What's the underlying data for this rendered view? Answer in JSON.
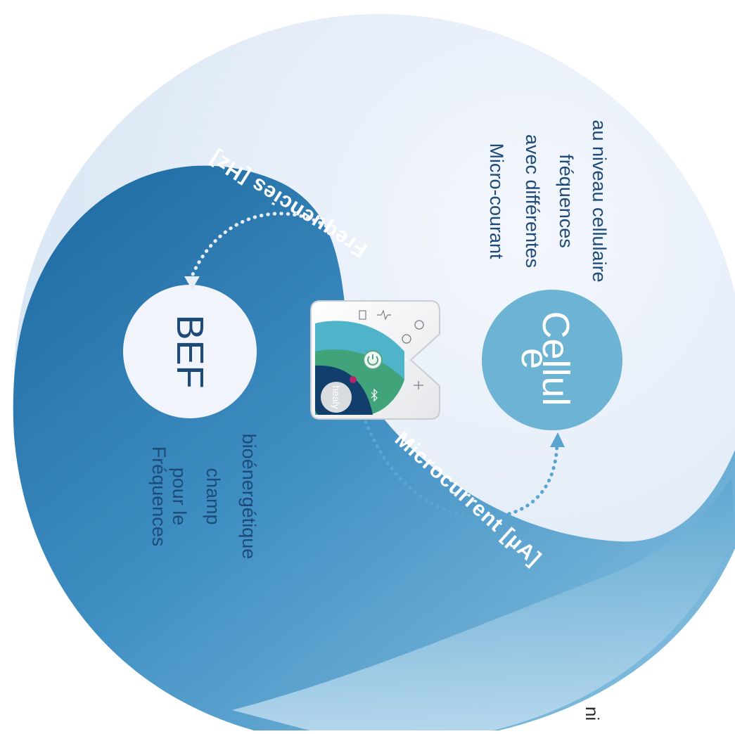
{
  "diagram": {
    "left_node": {
      "label": "BEF",
      "caption": [
        "Fréquences",
        "pour le",
        "champ",
        "bioénergétique"
      ]
    },
    "right_node": {
      "label_line1": "Cellul",
      "label_line2": "e",
      "caption": [
        "Micro-courant",
        "avec différentes",
        "fréquences",
        "au niveau cellulaire"
      ]
    },
    "top_arrow_label": "Frequencies [Hz]",
    "bottom_arrow_label": "Microcurrent [µA]",
    "device": {
      "brand": "healy",
      "icons": [
        "battery-icon",
        "power-icon",
        "plus-icon",
        "usb-icon",
        "bluetooth-icon",
        "info-icon",
        "pulse-icon"
      ]
    },
    "watermark": "ni"
  },
  "colors": {
    "dark_blue": "#1f6fa3",
    "mid_blue": "#66aed1",
    "light_blue": "#dde9f6",
    "text_dark": "#1e4a78",
    "node_fill_light": "#f2f4fb",
    "node_fill_dark": "#6db3d3"
  }
}
